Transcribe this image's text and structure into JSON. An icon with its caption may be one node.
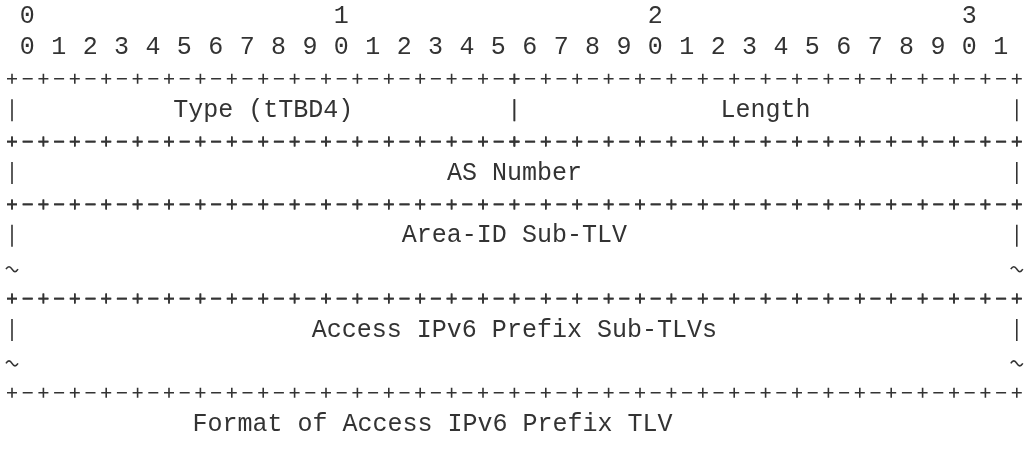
{
  "diagram": {
    "caption": "Format of Access IPv6 Prefix TLV",
    "nodes": [
      {
        "text": [
          "Type (tTBD4)"
        ]
      },
      {
        "text": [
          "Length"
        ]
      },
      {
        "text": [
          "AS Number"
        ]
      },
      {
        "text": [
          "Area-ID Sub-TLV"
        ]
      },
      {
        "text": [
          "Access IPv6 Prefix Sub-TLVs"
        ]
      }
    ],
    "edges": [],
    "labels": [
      "0",
      "1",
      "2",
      "3",
      "0",
      "1",
      "2",
      "3",
      "4",
      "5",
      "6",
      "7",
      "8",
      "9",
      "0",
      "1",
      "2",
      "3",
      "4",
      "5",
      "6",
      "7",
      "8",
      "9",
      "0",
      "1",
      "2",
      "3",
      "4",
      "5",
      "6",
      "7",
      "8",
      "9",
      "0",
      "1"
    ]
  }
}
